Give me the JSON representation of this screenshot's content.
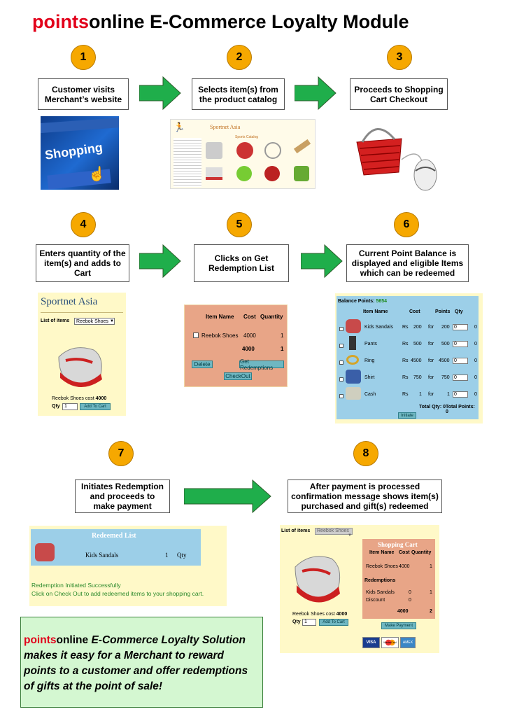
{
  "title": {
    "brand": "points",
    "rest": "online E-Commerce Loyalty Module"
  },
  "steps": [
    {
      "num": "1",
      "text": "Customer visits Merchant’s website"
    },
    {
      "num": "2",
      "text": "Selects item(s) from the product catalog"
    },
    {
      "num": "3",
      "text": "Proceeds to Shopping Cart Checkout"
    },
    {
      "num": "4",
      "text": "Enters quantity of the item(s) and adds to Cart"
    },
    {
      "num": "5",
      "text": "Clicks on Get Redemption List"
    },
    {
      "num": "6",
      "text": "Current Point Balance is displayed and eligible Items which can be redeemed"
    },
    {
      "num": "7",
      "text": "Initiates Redemption and proceeds to make payment"
    },
    {
      "num": "8",
      "text": "After payment is processed confirmation message shows item(s) purchased and gift(s) redeemed"
    }
  ],
  "img1": {
    "label": "Shopping"
  },
  "img2": {
    "store": "Sportnet Asia",
    "catalog": "Sports Catalog"
  },
  "panel4": {
    "store": "Sportnet Asia",
    "list_label": "List of items",
    "select_value": "Reebok Shoes",
    "cost_text": "Reebok Shoes cost",
    "cost_value": "4000",
    "qty_label": "Qty",
    "qty_value": "1",
    "add_button": "Add To Cart"
  },
  "panel5": {
    "headers": [
      "Item Name",
      "Cost",
      "Quantity"
    ],
    "item": "Reebok Shoes",
    "cost": "4000",
    "qty": "1",
    "total_cost": "4000",
    "total_qty": "1",
    "delete_button": "Delete",
    "get_button": "Get Redemptions",
    "checkout_button": "CheckOut"
  },
  "panel6": {
    "balance_label": "Balance Points:",
    "balance_value": "5654",
    "headers": [
      "Item Name",
      "Cost",
      "Points",
      "Qty"
    ],
    "rows": [
      {
        "name": "Kids Sandals",
        "cur": "Rs",
        "cost": "200",
        "for": "for",
        "points": "200",
        "qty": "0",
        "end": "0"
      },
      {
        "name": "Pants",
        "cur": "Rs",
        "cost": "500",
        "for": "for",
        "points": "500",
        "qty": "0",
        "end": "0"
      },
      {
        "name": "Ring",
        "cur": "Rs",
        "cost": "4500",
        "for": "for",
        "points": "4500",
        "qty": "0",
        "end": "0"
      },
      {
        "name": "Shirt",
        "cur": "Rs",
        "cost": "750",
        "for": "for",
        "points": "750",
        "qty": "0",
        "end": "0"
      },
      {
        "name": "Cash",
        "cur": "Rs",
        "cost": "1",
        "for": "for",
        "points": "1",
        "qty": "0",
        "end": "0"
      }
    ],
    "total_qty": "Total Qty: 0",
    "total_points": "Total Points: 0",
    "initiate_button": "Initiate"
  },
  "panel7": {
    "header": "Redeemed List",
    "item": "Kids Sandals",
    "qty_value": "1",
    "qty_label": "Qty",
    "msg1": "Redemption Initiated Successfully",
    "msg2": "Click on Check Out to add redeemed items to your shopping cart."
  },
  "panel8": {
    "list_label": "List of items",
    "select_value": "Reebok Shoes",
    "cart_title": "Shopping Cart",
    "headers": [
      "Item Name",
      "Cost",
      "Quantity"
    ],
    "item": "Reebok Shoes",
    "item_cost": "4000",
    "item_qty": "1",
    "redemptions_label": "Redemptions",
    "red1": "Kids Sandals",
    "red1_cost": "0",
    "red1_qty": "1",
    "red2": "Discount",
    "red2_cost": "0",
    "total_cost": "4000",
    "total_qty": "2",
    "make_payment": "Make Payment",
    "cost_text": "Reebok Shoes cost",
    "cost_value": "4000",
    "qty_label": "Qty",
    "qty_value": "1",
    "add_button": "Add To Cart",
    "cards": [
      "VISA",
      "MasterCard",
      "AMEX"
    ]
  },
  "callout": {
    "brand": "points",
    "online": "online",
    "lead": " E-Commerce Loyalty Solution",
    "line2": "makes it easy for a Merchant to reward",
    "line3": "points to a customer and offer redemptions",
    "line4": "of gifts at the point of sale!"
  },
  "colors": {
    "brand_red": "#e2001a",
    "arrow_green": "#1fae4b",
    "number_orange": "#f6a800"
  }
}
